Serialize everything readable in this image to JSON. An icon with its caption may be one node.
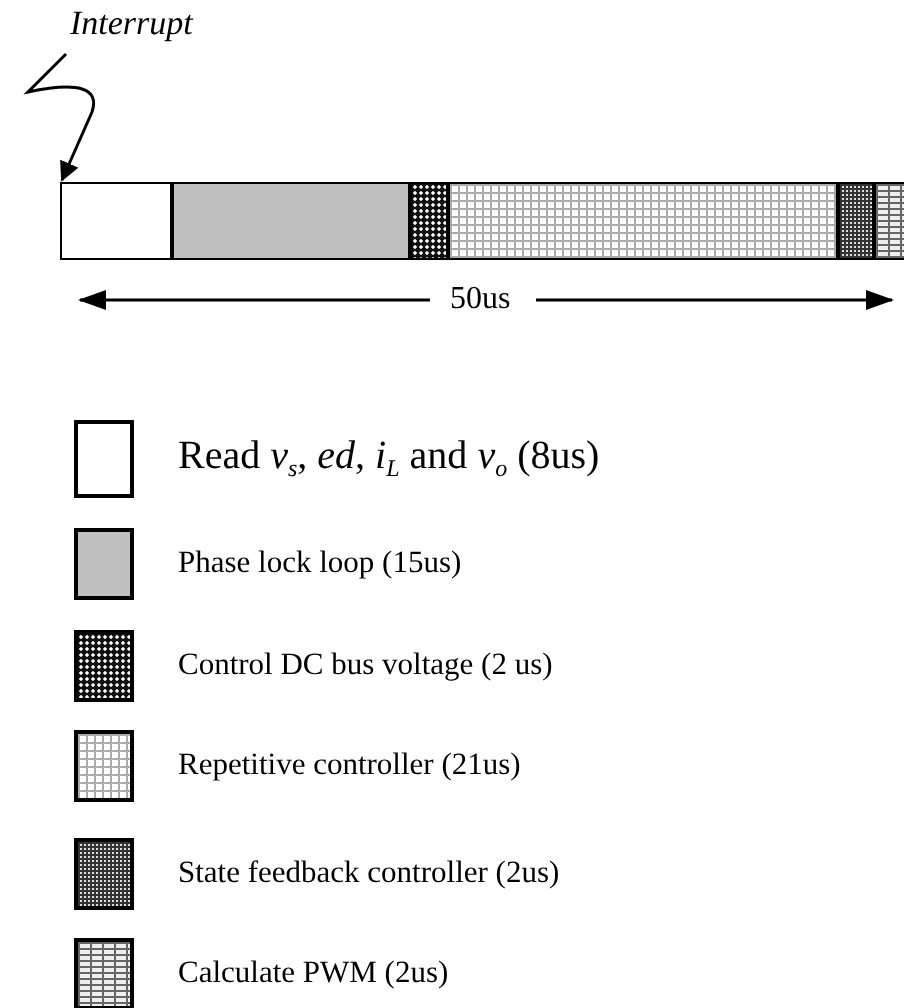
{
  "diagram": {
    "nodes": [
      {
        "text": [
          "Interrupt"
        ]
      },
      {
        "text": [],
        "shape": "bar"
      },
      {
        "text": [],
        "shape": "bar"
      },
      {
        "text": [],
        "shape": "bar"
      },
      {
        "text": [],
        "shape": "bar"
      },
      {
        "text": [],
        "shape": "bar"
      },
      {
        "text": [],
        "shape": "bar"
      }
    ],
    "edges": [
      {
        "from": 0,
        "to": 1,
        "arrow": "to"
      }
    ],
    "labels": [
      "50us"
    ],
    "legend": [
      {
        "text": "Read *v*$_{s}$, *ed*, *i*$_{L}$ and *v*$_{o}$ (8us)",
        "color": "#ffffff"
      },
      {
        "text": "Phase lock loop  (15us)",
        "color": "#c0c0c0"
      },
      {
        "text": "Control DC bus voltage (2 us)"
      },
      {
        "text": "Repetitive controller (21us)"
      },
      {
        "text": "State feedback controller (2us)"
      },
      {
        "text": "Calculate PWM (2us)"
      }
    ]
  }
}
